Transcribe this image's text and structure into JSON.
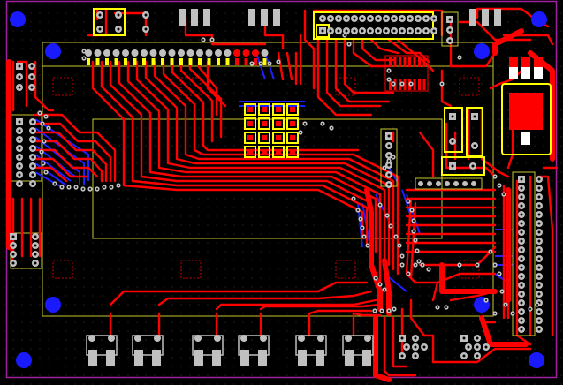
{
  "view": {
    "type": "pcb-layout-editor",
    "colors": {
      "background": "#000000",
      "board_outline": "#a020a0",
      "top_copper": "#ff0000",
      "bottom_copper": "#2020ff",
      "silkscreen": "#ffff00",
      "pad": "#c0c0c0",
      "via_ring": "#c0c0c0",
      "mounting_hole": "#1a1aff",
      "grid_dot": "#3a3a3a"
    },
    "layers_visible": [
      "top-copper",
      "bottom-copper",
      "silkscreen",
      "pads",
      "vias",
      "board-outline"
    ]
  }
}
